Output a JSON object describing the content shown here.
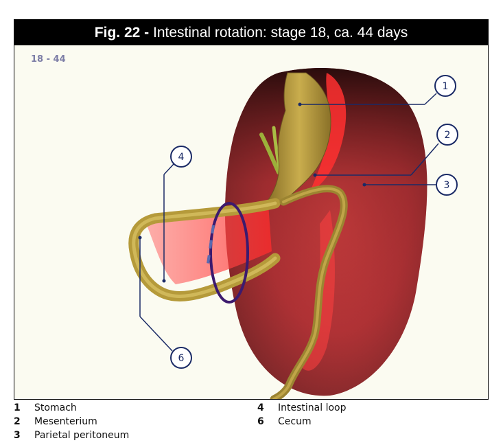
{
  "figure": {
    "number": "Fig. 22 -",
    "title": "Intestinal rotation: stage 18, ca. 44 days",
    "stage_label": "18 - 44"
  },
  "callouts": [
    {
      "id": "1",
      "target": "Stomach"
    },
    {
      "id": "2",
      "target": "Mesenterium"
    },
    {
      "id": "3",
      "target": "Parietal peritoneum"
    },
    {
      "id": "4",
      "target": "Intestinal loop"
    },
    {
      "id": "6",
      "target": "Cecum"
    }
  ],
  "legend": [
    {
      "num": "1",
      "label": "Stomach"
    },
    {
      "num": "2",
      "label": "Mesenterium"
    },
    {
      "num": "3",
      "label": "Parietal peritoneum"
    },
    {
      "num": "4",
      "label": "Intestinal loop"
    },
    {
      "num": "6",
      "label": "Cecum"
    }
  ],
  "colors": {
    "header_bg": "#000000",
    "callout": "#1a2a66",
    "peritoneum": "#c0252a",
    "organ": "#b59a3a",
    "rotation_ring": "#3c1a6e"
  }
}
